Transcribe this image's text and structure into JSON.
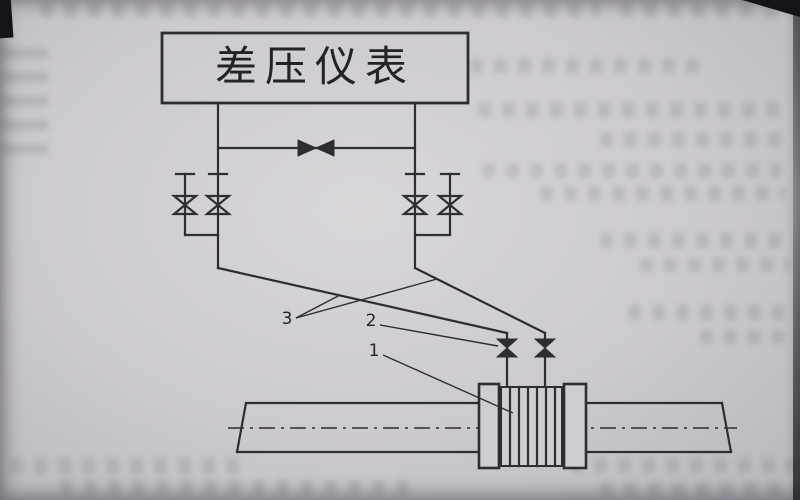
{
  "diagram": {
    "title": "差压仪表",
    "labels": {
      "impulse_lines": "3",
      "tap_valves": "2",
      "orifice": "1"
    },
    "colors": {
      "line": "#2e2d33",
      "ink": "#232228",
      "paper": "#cfccd2"
    }
  }
}
